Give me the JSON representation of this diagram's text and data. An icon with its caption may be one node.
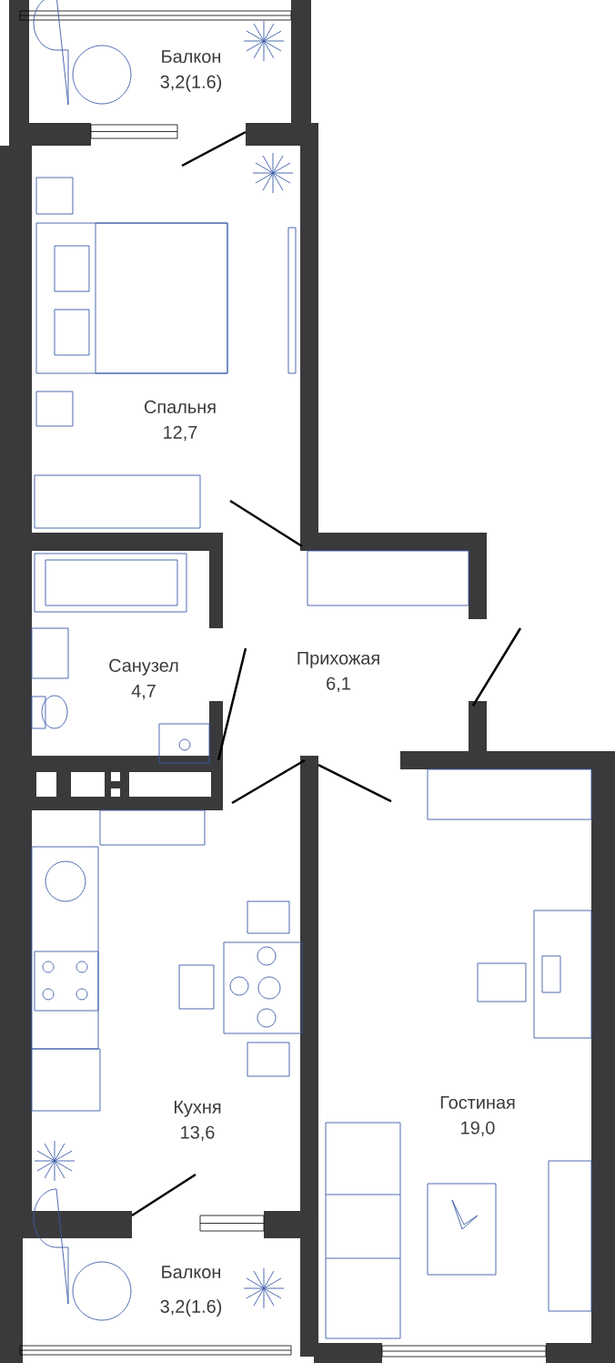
{
  "diagram": {
    "nodes": [
      {
        "text": [
          "Балкон",
          "3,2(1.6)"
        ]
      },
      {
        "text": [
          "Спальня",
          "12,7"
        ]
      },
      {
        "text": [
          "Санузел",
          "4,7"
        ]
      },
      {
        "text": [
          "Прихожая",
          "6,1"
        ]
      },
      {
        "text": [
          "Кухня",
          "13,6"
        ]
      },
      {
        "text": [
          "Гостиная",
          "19,0"
        ]
      },
      {
        "text": [
          "Балкон",
          "3,2(1.6)"
        ]
      }
    ]
  }
}
